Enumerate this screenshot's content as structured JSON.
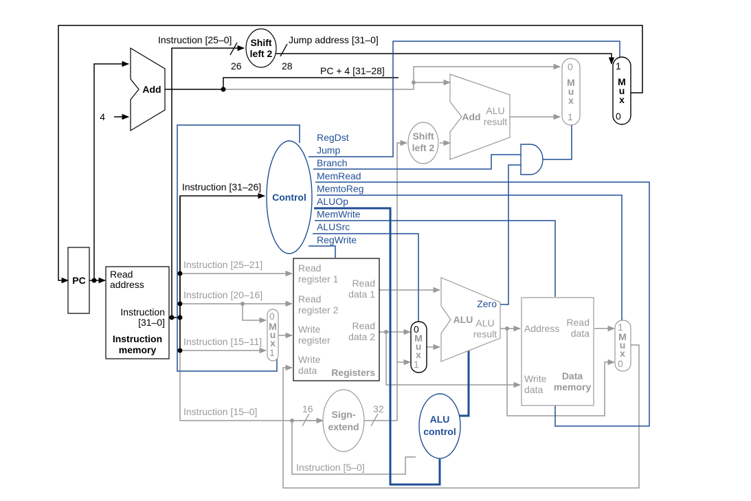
{
  "colors": {
    "active": "#000000",
    "inactive": "#999999",
    "control": "#1f4e96",
    "background": "#ffffff"
  },
  "labels": {
    "pc": "PC",
    "add_top": "Add",
    "four": "4",
    "instr_25_0": "Instruction [25–0]",
    "shift_left_2_a": "Shift",
    "shift_left_2_b": "left 2",
    "bits_26": "26",
    "bits_28": "28",
    "jump_address": "Jump address [31–0]",
    "pc_plus_4": "PC + 4 [31–28]",
    "add2": "Add",
    "add2_alu": "ALU",
    "add2_result": "result",
    "mux_m": "M",
    "mux_u": "u",
    "mux_x": "x",
    "mux_0": "0",
    "mux_1": "1",
    "control": "Control",
    "alu_control_a": "ALU",
    "alu_control_b": "control",
    "instr_31_26": "Instruction [31–26]",
    "read_address_a": "Read",
    "read_address_b": "address",
    "instruction_a": "Instruction",
    "instruction_b": "[31–0]",
    "instr_mem_a": "Instruction",
    "instr_mem_b": "memory",
    "instr_25_21": "Instruction [25–21]",
    "instr_20_16": "Instruction [20–16]",
    "instr_15_11": "Instruction [15–11]",
    "instr_15_0": "Instruction [15–0]",
    "instr_5_0": "Instruction [5–0]",
    "read_register_1_a": "Read",
    "read_register_1_b": "register 1",
    "read_register_2_a": "Read",
    "read_register_2_b": "register 2",
    "write_register_a": "Write",
    "write_register_b": "register",
    "write_data_a": "Write",
    "write_data_b": "data",
    "read_data_1_a": "Read",
    "read_data_1_b": "data 1",
    "read_data_2_a": "Read",
    "read_data_2_b": "data 2",
    "registers": "Registers",
    "alu": "ALU",
    "zero": "Zero",
    "alu_result_a": "ALU",
    "alu_result_b": "result",
    "bits_16": "16",
    "bits_32": "32",
    "sign_extend_a": "Sign-",
    "sign_extend_b": "extend",
    "address": "Address",
    "read_data_a": "Read",
    "read_data_b": "data",
    "dm_write_data_a": "Write",
    "dm_write_data_b": "data",
    "data_memory_a": "Data",
    "data_memory_b": "memory"
  },
  "control_signals": [
    "RegDst",
    "Jump",
    "Branch",
    "MemRead",
    "MemtoReg",
    "ALUOp",
    "MemWrite",
    "ALUSrc",
    "RegWrite"
  ]
}
